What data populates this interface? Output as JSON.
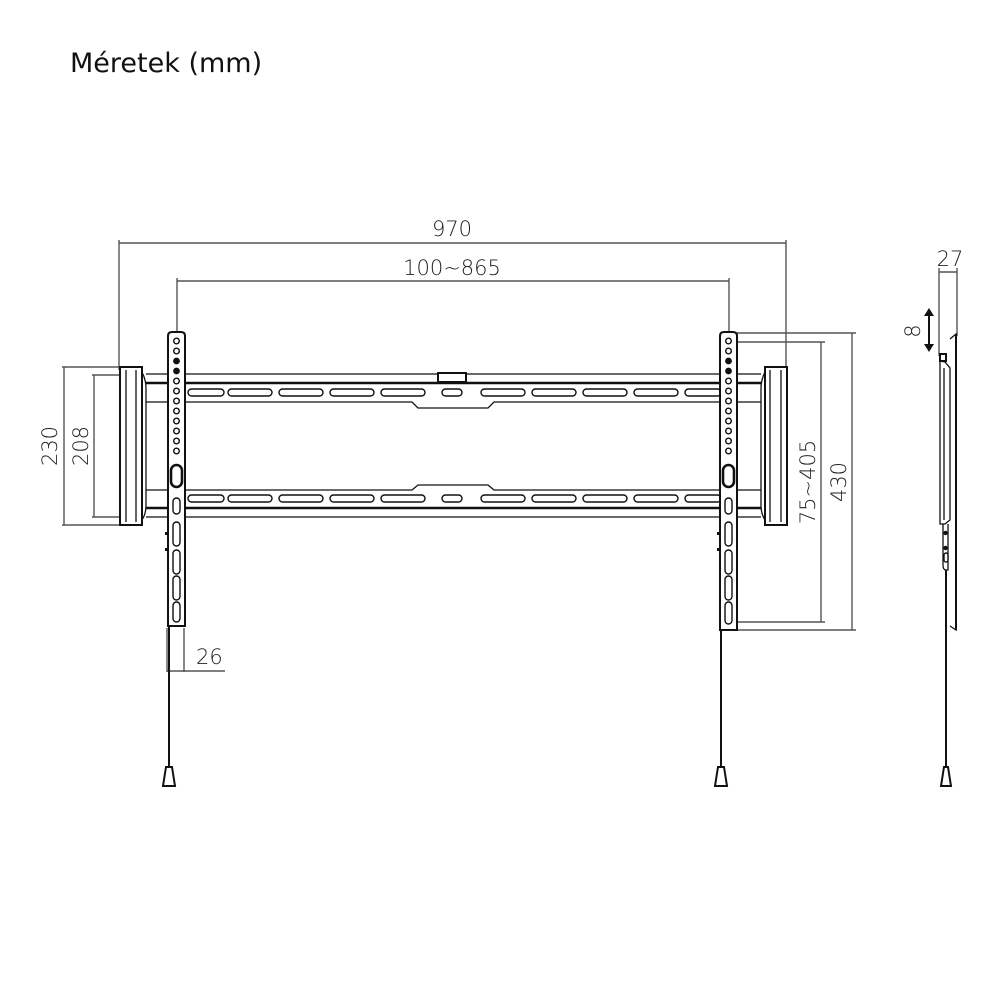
{
  "title": "Méretek (mm)",
  "dimensions": {
    "overall_width": "970",
    "vesa_width": "100~865",
    "overall_height": "430",
    "vesa_height": "75~405",
    "rail_height_outer": "230",
    "rail_height_inner": "208",
    "arm_width": "26",
    "depth": "27",
    "vertical_adjust": "8"
  },
  "views": [
    "front-view",
    "side-view"
  ]
}
